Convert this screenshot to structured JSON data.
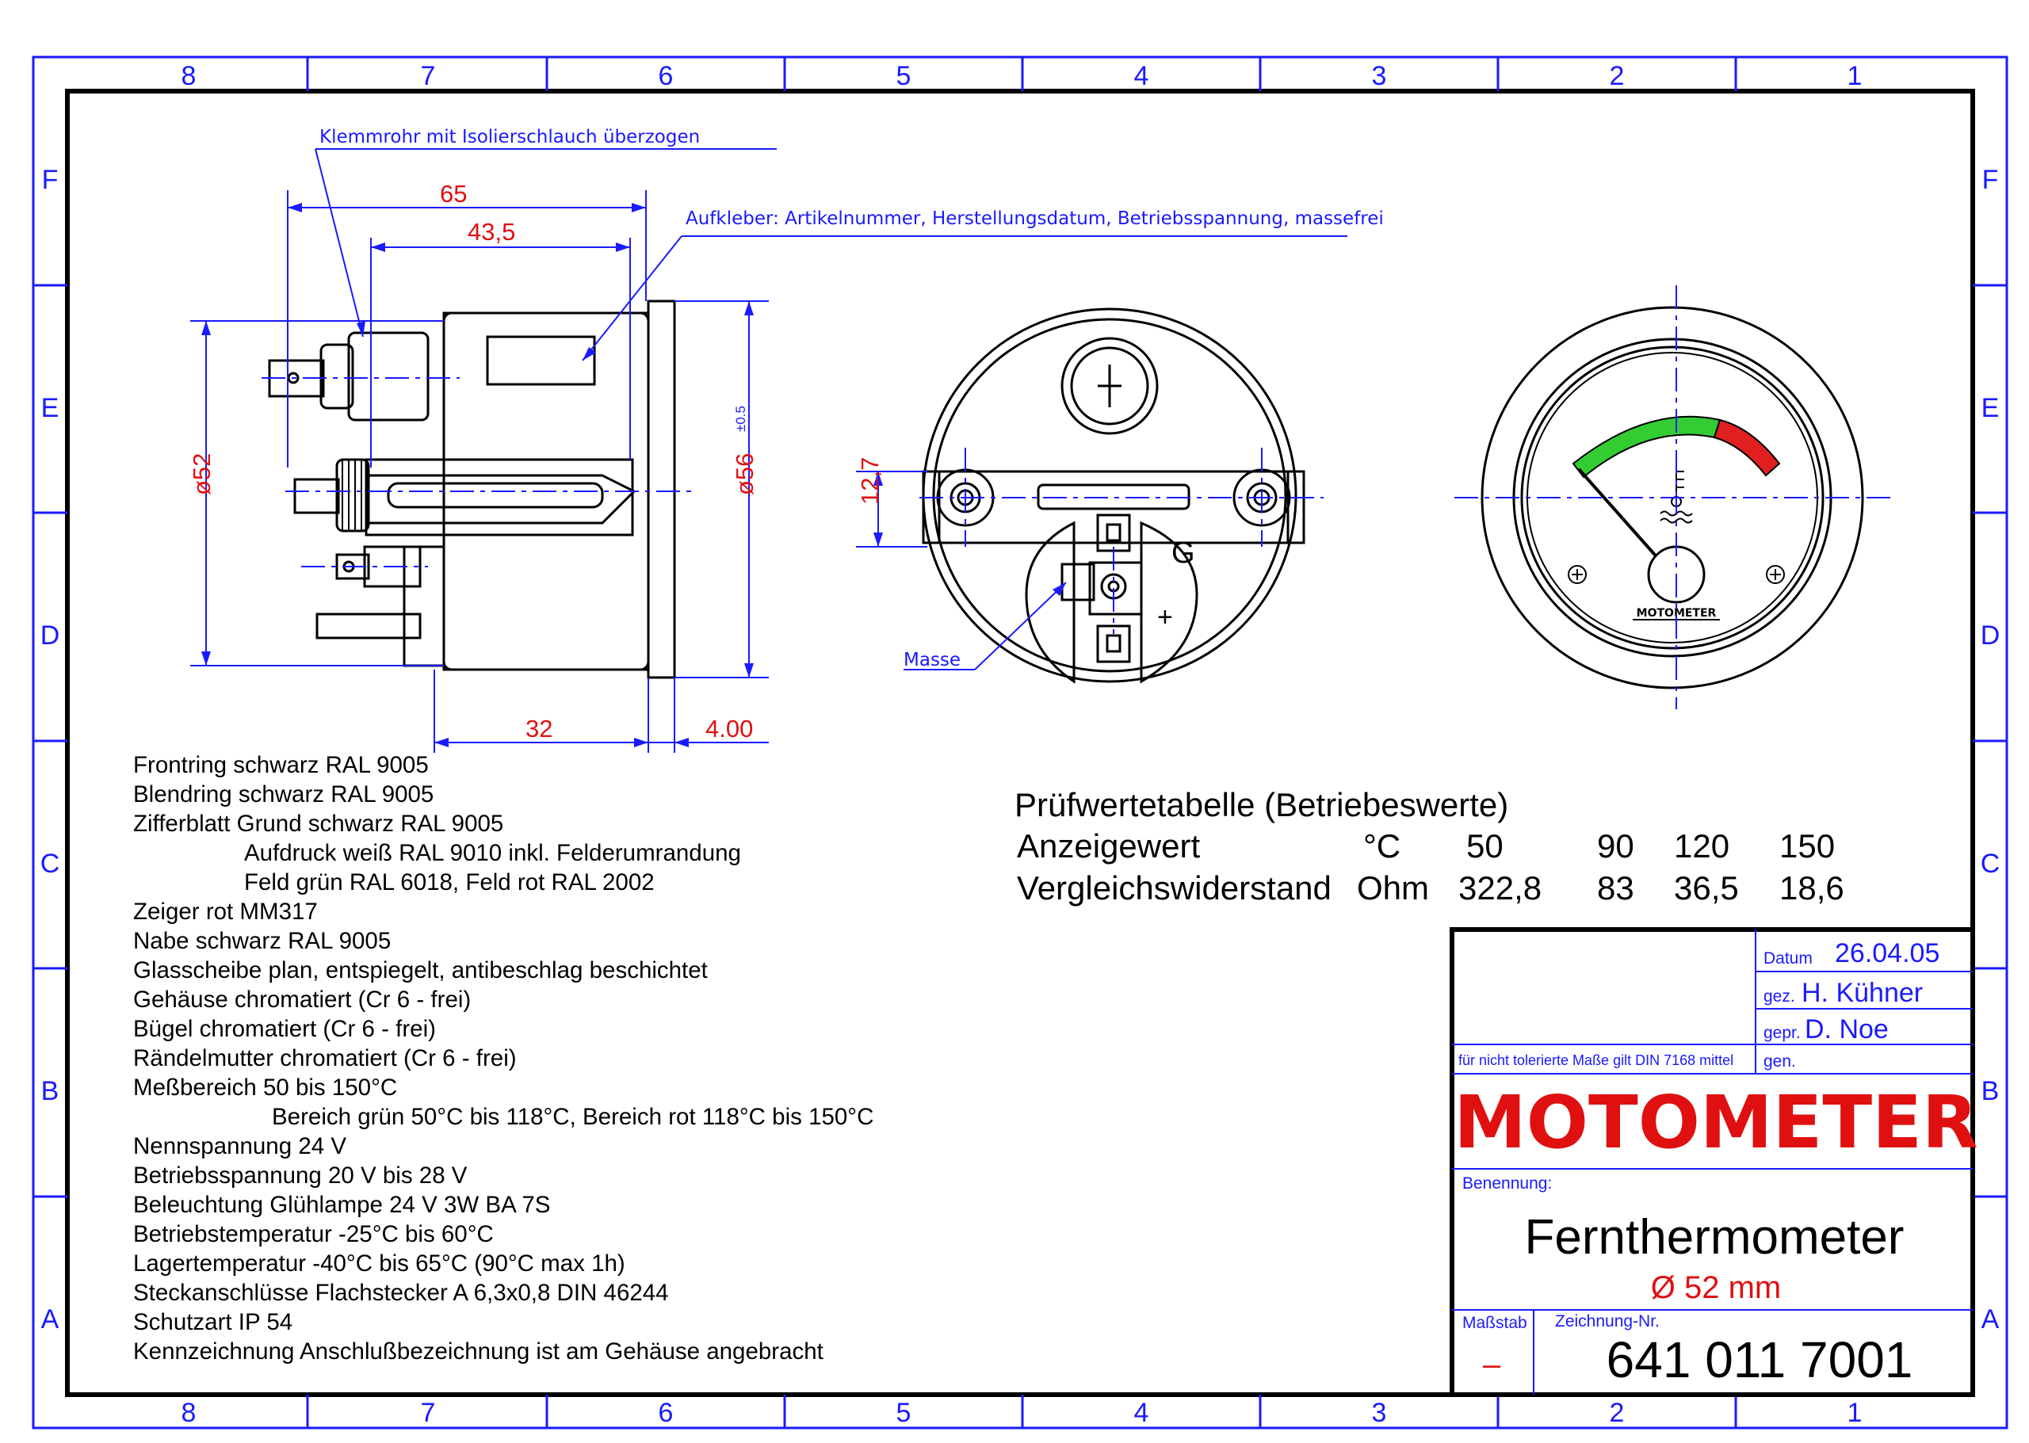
{
  "grid": {
    "columns": [
      "8",
      "7",
      "6",
      "5",
      "4",
      "3",
      "2",
      "1"
    ],
    "rows": [
      "F",
      "E",
      "D",
      "C",
      "B",
      "A"
    ]
  },
  "annotations": {
    "tube": "Klemmrohr  mit  Isolierschlauch  überzogen",
    "sticker": "Aufkleber:  Artikelnummer,  Herstellungsdatum,  Betriebsspannung,  massefrei",
    "ground": "Masse"
  },
  "dimensions": {
    "d65": "65",
    "d43": "43,5",
    "d52": "ø52",
    "d56": "ø56",
    "tol": "±0.5",
    "d32": "32",
    "d4": "4.00",
    "d127": "12,7"
  },
  "terminals": {
    "g": "G",
    "plus": "+"
  },
  "gauge_brand": "MOTOMETER",
  "specs": [
    "Frontring  schwarz RAL 9005",
    "Blendring  schwarz RAL 9005",
    "Zifferblatt  Grund schwarz RAL 9005",
    "Aufdruck weiß RAL 9010 inkl. Felderumrandung",
    "Feld grün RAL 6018, Feld rot RAL 2002",
    "Zeiger  rot MM317",
    "Nabe  schwarz RAL 9005",
    "Glasscheibe plan, entspiegelt, antibeschlag beschichtet",
    "Gehäuse  chromatiert (Cr 6 - frei)",
    "Bügel  chromatiert (Cr 6 - frei)",
    "Rändelmutter chromatiert (Cr 6 - frei)",
    "Meßbereich 50 bis 150°C",
    "Bereich grün 50°C bis 118°C, Bereich rot 118°C bis 150°C",
    "Nennspannung 24 V",
    "Betriebsspannung 20 V bis 28 V",
    "Beleuchtung Glühlampe 24 V 3W BA 7S",
    "Betriebstemperatur -25°C bis 60°C",
    "Lagertemperatur -40°C bis 65°C (90°C max 1h)",
    "Steckanschlüsse Flachstecker A 6,3x0,8 DIN 46244",
    "Schutzart  IP 54",
    "Kennzeichnung Anschlußbezeichnung ist am Gehäuse angebracht"
  ],
  "test_table": {
    "title": "Prüfwertetabelle (Betriebeswerte)",
    "rows": [
      {
        "label": "Anzeigewert",
        "unit": "°C",
        "values": [
          "50",
          "90",
          "120",
          "150"
        ]
      },
      {
        "label": "Vergleichswiderstand",
        "unit": "Ohm",
        "values": [
          "322,8",
          "83",
          "36,5",
          "18,6"
        ]
      }
    ]
  },
  "title_block": {
    "datum_label": "Datum",
    "datum": "26.04.05",
    "gez_label": "gez.",
    "gez": "H. Kühner",
    "gepr_label": "gepr.",
    "gepr": "D. Noe",
    "gen_label": "gen.",
    "tolerance_note": "für nicht tolerierte Maße gilt DIN 7168 mittel",
    "brand": "MOTOMETER",
    "benennung_label": "Benennung:",
    "title": "Fernthermometer",
    "subtitle": "Ø 52 mm",
    "massstab_label": "Maßstab",
    "massstab": "–",
    "zeichnung_label": "Zeichnung-Nr.",
    "zeichnung": "641 011 7001"
  },
  "colors": {
    "frame": "#1a1aff",
    "dimension": "#e01010",
    "green_field": "#33cc33",
    "red_field": "#e02020"
  }
}
